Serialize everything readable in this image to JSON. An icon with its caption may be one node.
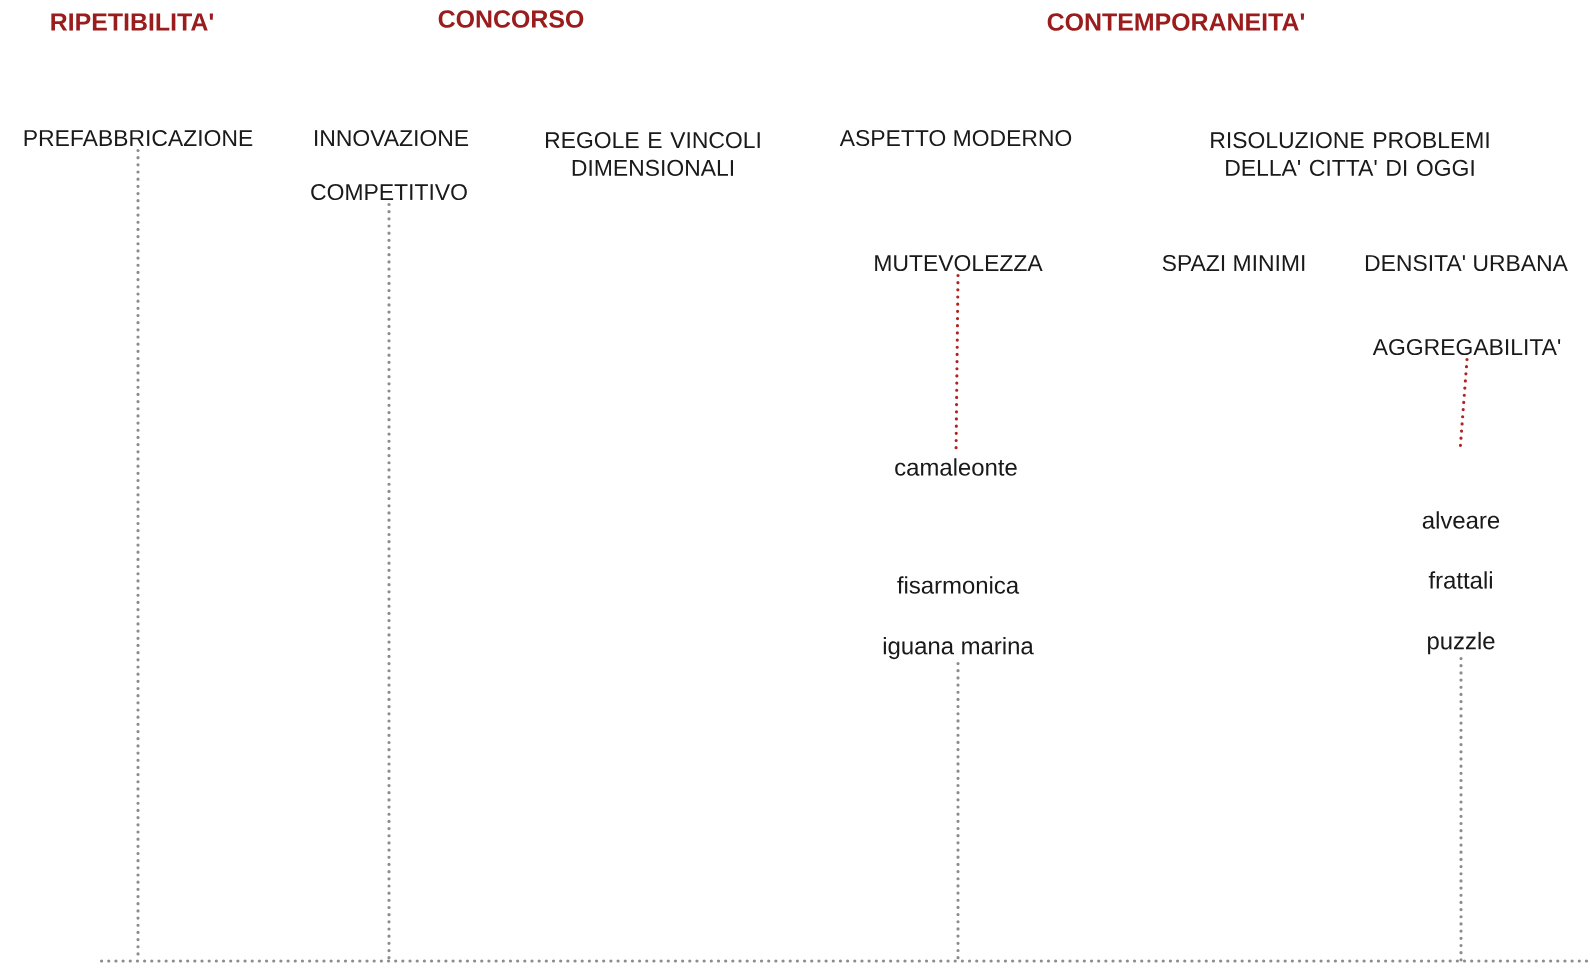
{
  "diagram": {
    "nodes": [
      {
        "text": [
          "PREFABBRICAZIONE"
        ]
      },
      {
        "text": [
          "COMPETITIVO"
        ]
      },
      {
        "text": [
          "MUTEVOLEZZA"
        ]
      },
      {
        "text": [
          "camaleonte"
        ]
      },
      {
        "text": [
          "AGGREGABILITA'"
        ]
      },
      {
        "text": [
          "iguana marina"
        ]
      },
      {
        "text": [
          "puzzle"
        ]
      },
      {
        "text": [],
        "shape": "bar"
      }
    ],
    "edges": [
      {
        "from": 0,
        "to": 7,
        "arrow": "none"
      },
      {
        "from": 1,
        "to": 7,
        "arrow": "none"
      },
      {
        "from": 2,
        "to": 3,
        "arrow": "none",
        "color": "#b22222"
      },
      {
        "from": 4,
        "to": null,
        "arrow": "none",
        "color": "#b22222"
      },
      {
        "from": 5,
        "to": 7,
        "arrow": "none"
      },
      {
        "from": 6,
        "to": 7,
        "arrow": "none"
      }
    ],
    "labels": [
      "RIPETIBILITA'",
      "CONCORSO",
      "CONTEMPORANEITA'",
      "INNOVAZIONE",
      "REGOLE E VINCOLI DIMENSIONALI",
      "ASPETTO MODERNO",
      "RISOLUZIONE PROBLEMI DELLA' CITTA' DI OGGI",
      "SPAZI MINIMI",
      "DENSITA' URBANA",
      "alveare",
      "fisarmonica",
      "frattali"
    ]
  }
}
